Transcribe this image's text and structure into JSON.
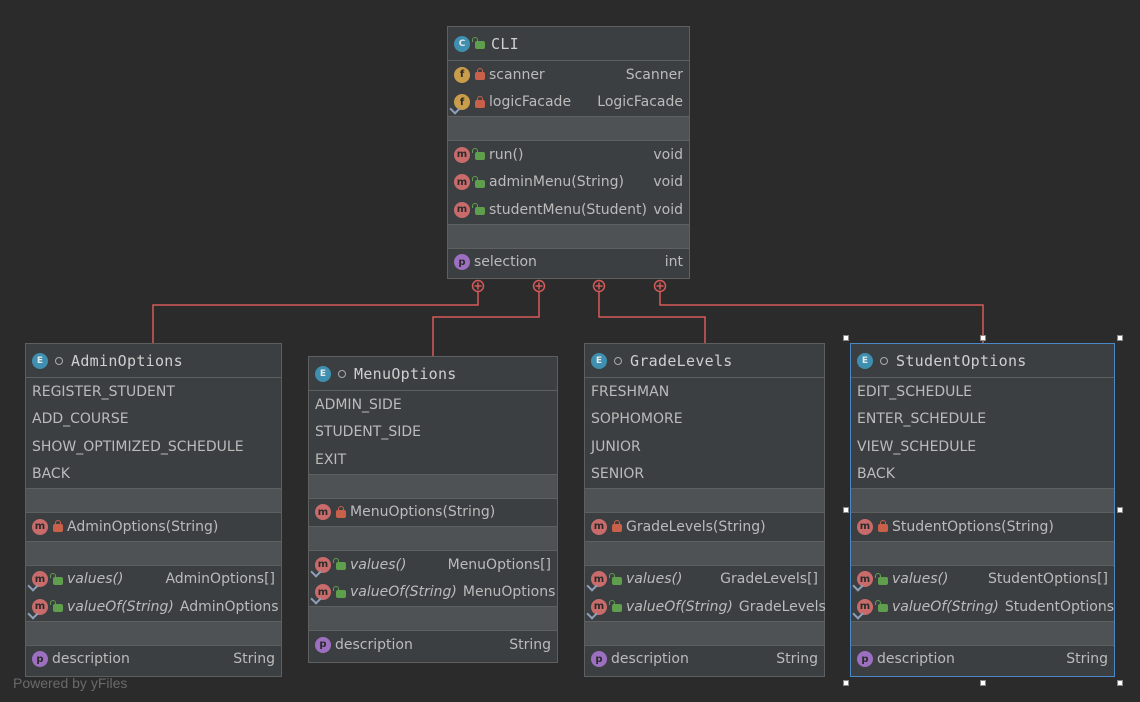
{
  "cli": {
    "title": "CLI",
    "fields": [
      {
        "name": "scanner",
        "type": "Scanner"
      },
      {
        "name": "logicFacade",
        "type": "LogicFacade"
      }
    ],
    "methods": [
      {
        "name": "run()",
        "type": "void"
      },
      {
        "name": "adminMenu(String)",
        "type": "void"
      },
      {
        "name": "studentMenu(Student)",
        "type": "void"
      }
    ],
    "property": {
      "name": "selection",
      "type": "int"
    }
  },
  "admin_options": {
    "title": "AdminOptions",
    "constants": [
      "REGISTER_STUDENT",
      "ADD_COURSE",
      "SHOW_OPTIMIZED_SCHEDULE",
      "BACK"
    ],
    "constructor": "AdminOptions(String)",
    "methods": [
      {
        "name": "values()",
        "type": "AdminOptions[]"
      },
      {
        "name": "valueOf(String)",
        "type": "AdminOptions"
      }
    ],
    "property": {
      "name": "description",
      "type": "String"
    }
  },
  "menu_options": {
    "title": "MenuOptions",
    "constants": [
      "ADMIN_SIDE",
      "STUDENT_SIDE",
      "EXIT"
    ],
    "constructor": "MenuOptions(String)",
    "methods": [
      {
        "name": "values()",
        "type": "MenuOptions[]"
      },
      {
        "name": "valueOf(String)",
        "type": "MenuOptions"
      }
    ],
    "property": {
      "name": "description",
      "type": "String"
    }
  },
  "grade_levels": {
    "title": "GradeLevels",
    "constants": [
      "FRESHMAN",
      "SOPHOMORE",
      "JUNIOR",
      "SENIOR"
    ],
    "constructor": "GradeLevels(String)",
    "methods": [
      {
        "name": "values()",
        "type": "GradeLevels[]"
      },
      {
        "name": "valueOf(String)",
        "type": "GradeLevels"
      }
    ],
    "property": {
      "name": "description",
      "type": "String"
    }
  },
  "student_options": {
    "title": "StudentOptions",
    "constants": [
      "EDIT_SCHEDULE",
      "ENTER_SCHEDULE",
      "VIEW_SCHEDULE",
      "BACK"
    ],
    "constructor": "StudentOptions(String)",
    "methods": [
      {
        "name": "values()",
        "type": "StudentOptions[]"
      },
      {
        "name": "valueOf(String)",
        "type": "StudentOptions"
      }
    ],
    "property": {
      "name": "description",
      "type": "String"
    }
  },
  "watermark": "Powered by yFiles",
  "colors": {
    "background": "#2b2b2b",
    "node": "#3c3f41",
    "edge": "#d65a5a",
    "selection": "#4a88c7"
  }
}
